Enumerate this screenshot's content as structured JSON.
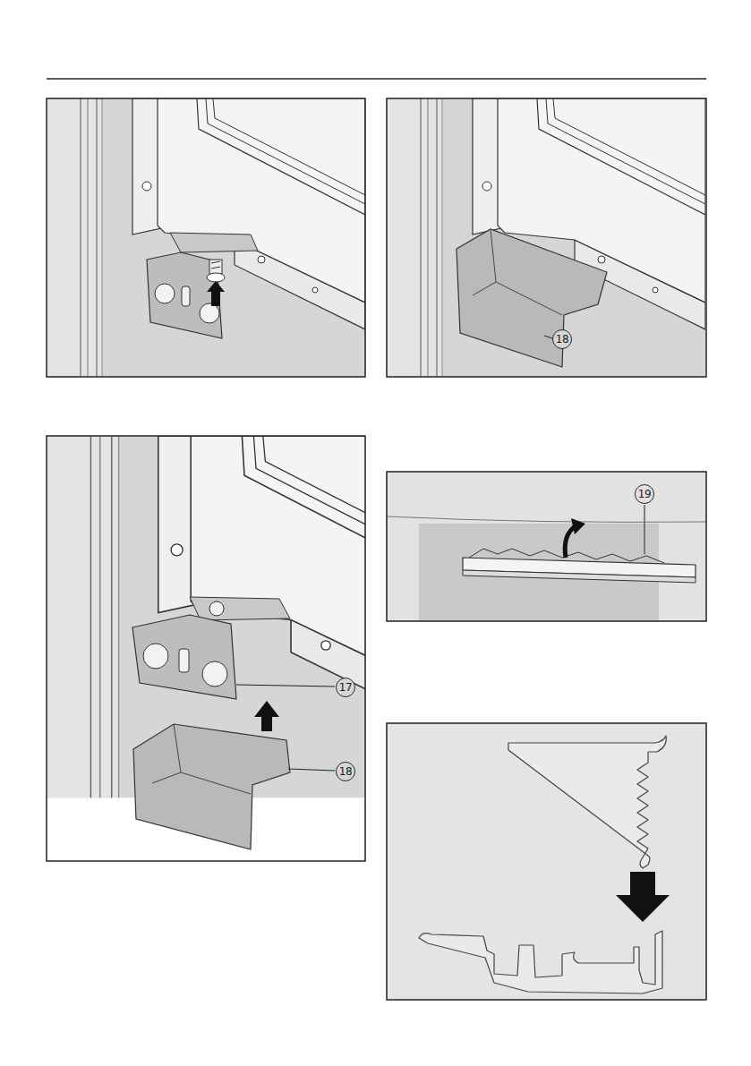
{
  "diagram": {
    "labels": [
      "18",
      "17",
      "18",
      "19"
    ]
  }
}
